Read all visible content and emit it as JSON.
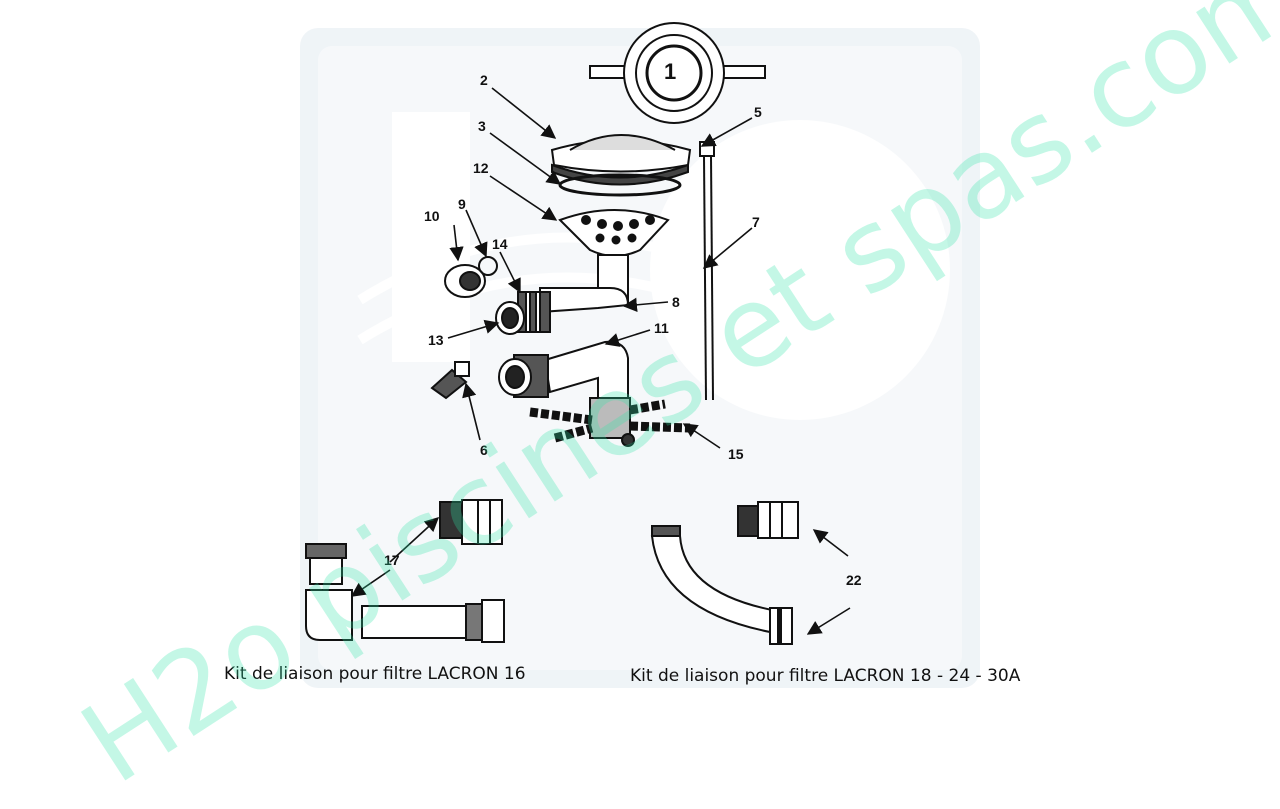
{
  "diagram": {
    "labels": {
      "p1": "1",
      "p2": "2",
      "p3": "3",
      "p5": "5",
      "p6": "6",
      "p7": "7",
      "p8": "8",
      "p9": "9",
      "p10": "10",
      "p11": "11",
      "p12": "12",
      "p13": "13",
      "p14": "14",
      "p15": "15",
      "p17": "17",
      "p22": "22"
    },
    "captions": {
      "left": "Kit de liaison pour filtre LACRON 16",
      "right": "Kit de liaison pour filtre LACRON 18 - 24 - 30A"
    }
  },
  "watermark": {
    "text": "H2o piscines et spas.com",
    "color": "#2ee6a8"
  }
}
